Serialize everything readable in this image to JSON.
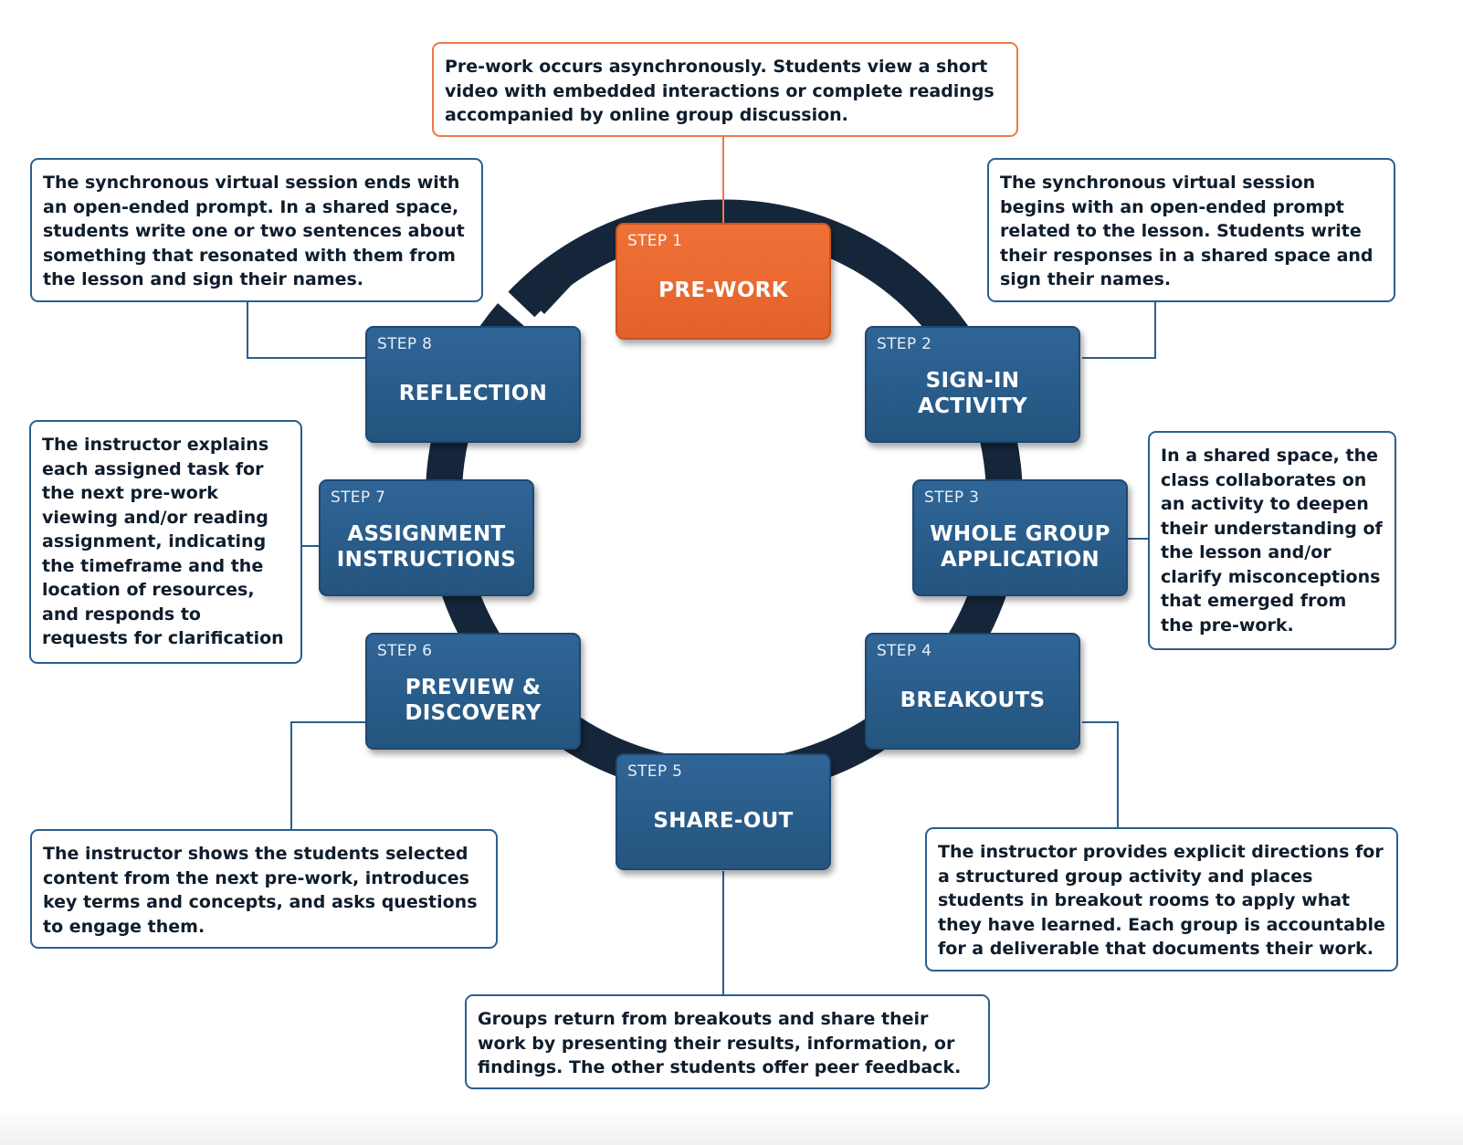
{
  "steps": [
    {
      "number": "STEP 1",
      "title": "PRE-WORK",
      "description": "Pre-work occurs asynchronously. Students view a short video with embedded interactions or complete readings accompanied by online group discussion."
    },
    {
      "number": "STEP 2",
      "title": "SIGN-IN\nACTIVITY",
      "description": "The synchronous virtual session begins with an open-ended prompt related to the lesson. Students write their responses in a shared space and sign their names."
    },
    {
      "number": "STEP 3",
      "title": "WHOLE GROUP\nAPPLICATION",
      "description": "In a shared space, the class collaborates on an activity to deepen their understanding of the lesson and/or clarify misconceptions that emerged from the pre-work."
    },
    {
      "number": "STEP 4",
      "title": "BREAKOUTS",
      "description": "The instructor provides explicit directions for a structured group activity and places students in breakout rooms to apply what they have learned. Each group is accountable for a deliverable that documents their work."
    },
    {
      "number": "STEP 5",
      "title": "SHARE-OUT",
      "description": "Groups return from breakouts and share their work by presenting their results, information, or findings. The other students offer peer feedback."
    },
    {
      "number": "STEP 6",
      "title": "PREVIEW &\nDISCOVERY",
      "description": "The instructor shows the students selected content from the next pre-work, introduces key terms and concepts, and asks questions to engage them."
    },
    {
      "number": "STEP 7",
      "title": "ASSIGNMENT\nINSTRUCTIONS",
      "description": "The instructor explains each assigned task for the next pre-work viewing and/or reading assignment, indicating the timeframe and the location of resources, and responds to requests for clarification"
    },
    {
      "number": "STEP 8",
      "title": "REFLECTION",
      "description": "The synchronous virtual session ends with an open-ended prompt. In a shared space, students write one or two sentences about something that resonated with them from the lesson and sign their names."
    }
  ],
  "colors": {
    "step_blue": "#2a5e8e",
    "step_active": "#e8662e",
    "cycle_ring": "#16263a",
    "connector": "#2a5f8e",
    "active_border": "#ec7a45"
  }
}
